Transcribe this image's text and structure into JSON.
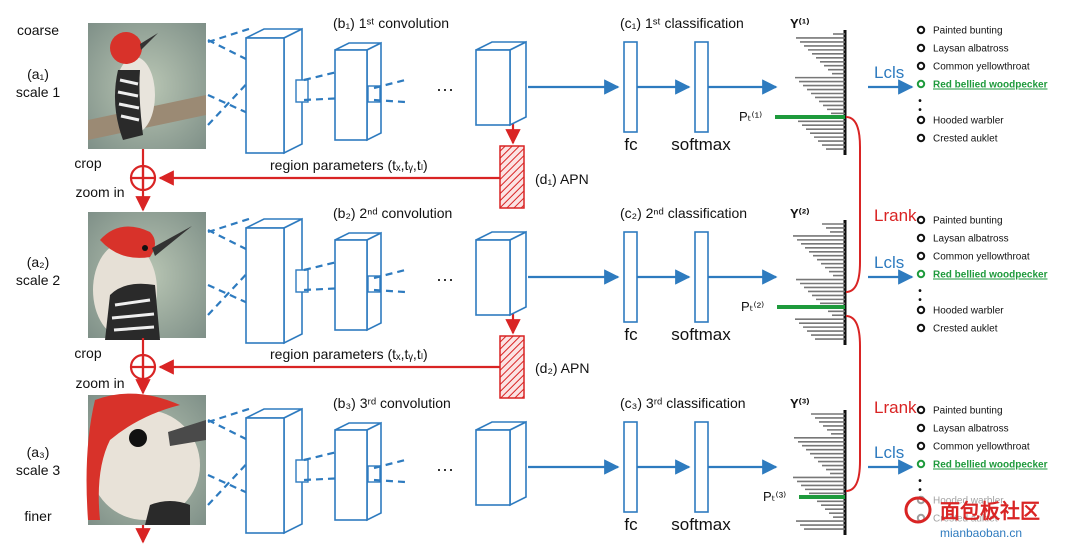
{
  "labels": {
    "coarse": "coarse",
    "finer": "finer",
    "crop": "crop",
    "zoom_in": "zoom in",
    "fc": "fc",
    "softmax": "softmax",
    "dots": "···",
    "vdots": "⋮"
  },
  "scales": [
    {
      "label_a": "(a₁)",
      "label_b": "scale 1",
      "conv": "(b₁) 1ˢᵗ convolution",
      "classif": "(c₁) 1ˢᵗ classification",
      "Y": "Y⁽¹⁾",
      "P": "Pₜ⁽¹⁾",
      "Lcls": "Lcls",
      "Lrank": "",
      "apn": "(d₁) APN",
      "region": "region parameters (tₓ,tᵧ,tₗ)"
    },
    {
      "label_a": "(a₂)",
      "label_b": "scale 2",
      "conv": "(b₂) 2ⁿᵈ convolution",
      "classif": "(c₂) 2ⁿᵈ classification",
      "Y": "Y⁽²⁾",
      "P": "Pₜ⁽²⁾",
      "Lcls": "Lcls",
      "Lrank": "Lrank",
      "apn": "(d₂) APN",
      "region": "region parameters (tₓ,tᵧ,tₗ)"
    },
    {
      "label_a": "(a₃)",
      "label_b": "scale 3",
      "conv": "(b₃) 3ʳᵈ convolution",
      "classif": "(c₃) 3ʳᵈ classification",
      "Y": "Y⁽³⁾",
      "P": "Pₜ⁽³⁾",
      "Lcls": "Lcls",
      "Lrank": "Lrank"
    }
  ],
  "classes": [
    "Painted bunting",
    "Laysan albatross",
    "Common yellowthroat",
    "Red bellied woodpecker",
    "Hooded warbler",
    "Crested auklet"
  ],
  "watermark": {
    "cn": "面包板社区",
    "url": "mianbaoban.cn"
  },
  "colors": {
    "blue": "#2e7bbf",
    "red": "#d92424",
    "green": "#1e9a3c"
  }
}
